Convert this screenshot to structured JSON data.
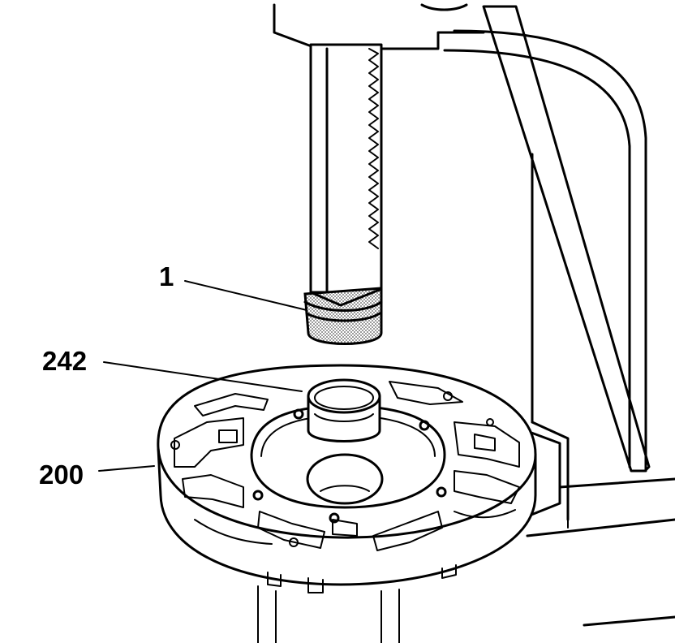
{
  "callouts": {
    "tool": "1",
    "bushing": "242",
    "pump_cover": "200"
  },
  "colors": {
    "line": "#000000",
    "background": "#ffffff",
    "stipple": "#9a9a9a"
  }
}
